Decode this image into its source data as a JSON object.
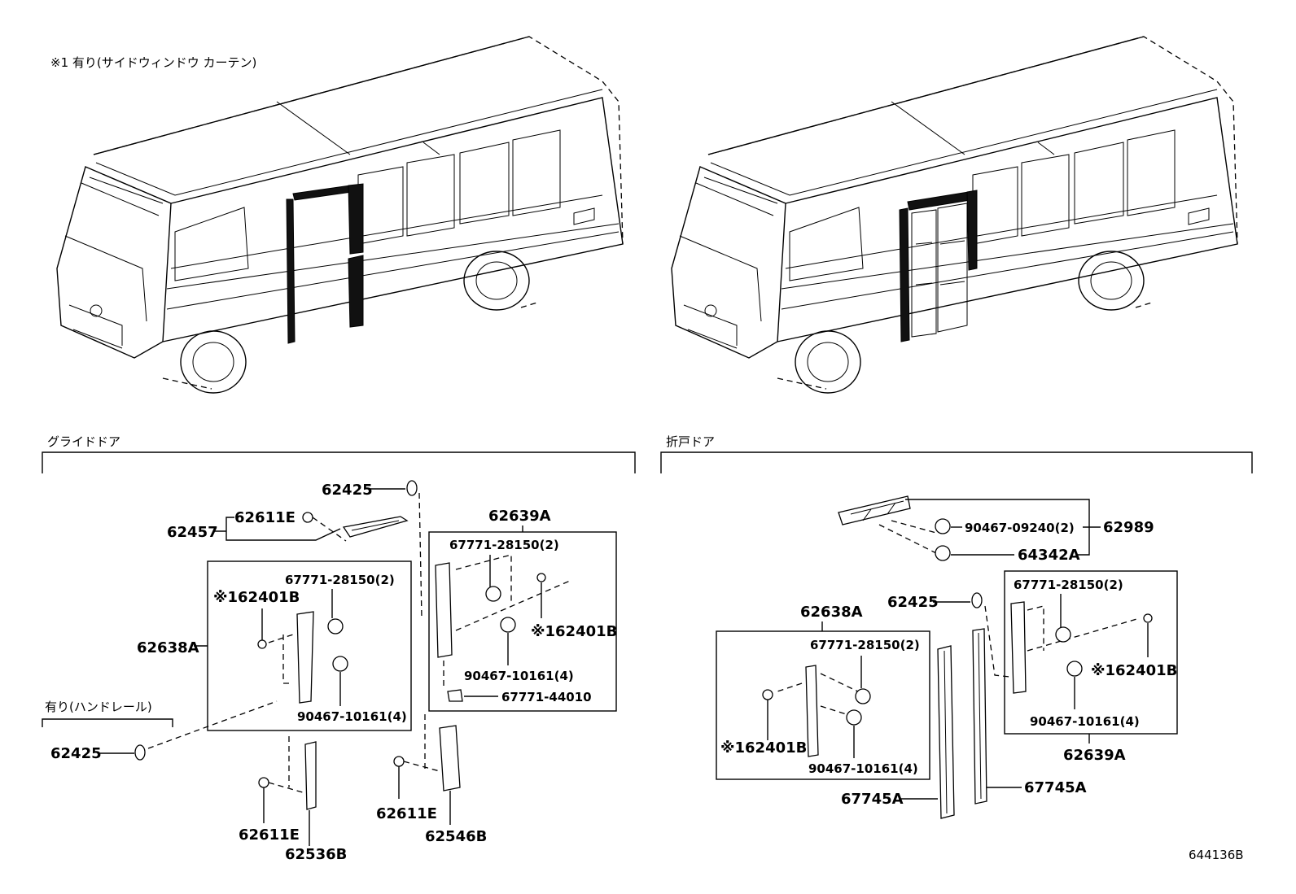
{
  "header": {
    "note": "※1 有り(サイドウィンドウ カーテン)"
  },
  "sections": {
    "glide_door": "グライドドア",
    "folding_door": "折戸ドア",
    "handrail_note": "有り(ハンドレール)"
  },
  "parts": {
    "p62425_top": "62425",
    "p62457": "62457",
    "p62611E_top": "62611E",
    "p62639A_left": "62639A",
    "p67771_28150_l1": "67771-28150(2)",
    "p67771_28150_l2": "67771-28150(2)",
    "p62401B_l1": "※162401B",
    "p62401B_l2": "※162401B",
    "p62638A_left": "62638A",
    "p90467_10161_l1": "90467-10161(4)",
    "p90467_10161_l2": "90467-10161(4)",
    "p67771_44010": "67771-44010",
    "p62425_left": "62425",
    "p62611E_bl": "62611E",
    "p62536B": "62536B",
    "p62611E_bm": "62611E",
    "p62546B": "62546B",
    "p90467_09240": "90467-09240(2)",
    "p62989": "62989",
    "p64342A": "64342A",
    "p62638A_right": "62638A",
    "p62425_right": "62425",
    "p67771_28150_r1": "67771-28150(2)",
    "p67771_28150_r2": "67771-28150(2)",
    "p62401B_r1": "※162401B",
    "p62401B_r2": "※162401B",
    "p90467_10161_r1": "90467-10161(4)",
    "p90467_10161_r2": "90467-10161(4)",
    "p62639A_right": "62639A",
    "p67745A_1": "67745A",
    "p67745A_2": "67745A"
  },
  "footer": {
    "diagram_id": "644136B"
  }
}
